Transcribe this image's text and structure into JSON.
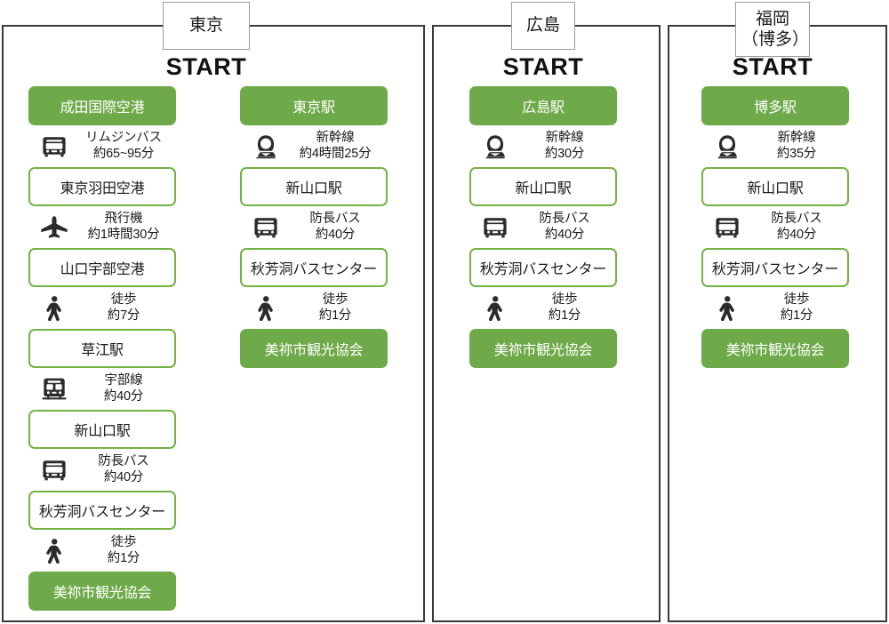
{
  "colors": {
    "green_fill": "#6faa4a",
    "green_border": "#73b243",
    "panel_border": "#3a3a3a",
    "tab_border": "#9a9a9a",
    "text": "#1a1a1a"
  },
  "start_label": "START",
  "panels": [
    {
      "tab_lines": [
        "東京"
      ],
      "routes": [
        {
          "steps": [
            {
              "kind": "node",
              "style": "filled",
              "label": "成田国際空港"
            },
            {
              "kind": "leg",
              "icon": "bus-icon",
              "mode": "リムジンバス",
              "duration": "約65~95分"
            },
            {
              "kind": "node",
              "style": "outlined",
              "label": "東京羽田空港"
            },
            {
              "kind": "leg",
              "icon": "airplane-icon",
              "mode": "飛行機",
              "duration": "約1時間30分"
            },
            {
              "kind": "node",
              "style": "outlined",
              "label": "山口宇部空港"
            },
            {
              "kind": "leg",
              "icon": "walk-icon",
              "mode": "徒歩",
              "duration": "約7分"
            },
            {
              "kind": "node",
              "style": "outlined",
              "label": "草江駅"
            },
            {
              "kind": "leg",
              "icon": "train-icon",
              "mode": "宇部線",
              "duration": "約40分"
            },
            {
              "kind": "node",
              "style": "outlined",
              "label": "新山口駅"
            },
            {
              "kind": "leg",
              "icon": "bus-icon",
              "mode": "防長バス",
              "duration": "約40分"
            },
            {
              "kind": "node",
              "style": "outlined",
              "label": "秋芳洞バスセンター"
            },
            {
              "kind": "leg",
              "icon": "walk-icon",
              "mode": "徒歩",
              "duration": "約1分"
            },
            {
              "kind": "node",
              "style": "filled",
              "label": "美祢市観光協会"
            }
          ]
        },
        {
          "steps": [
            {
              "kind": "node",
              "style": "filled",
              "label": "東京駅"
            },
            {
              "kind": "leg",
              "icon": "shinkansen-icon",
              "mode": "新幹線",
              "duration": "約4時間25分"
            },
            {
              "kind": "node",
              "style": "outlined",
              "label": "新山口駅"
            },
            {
              "kind": "leg",
              "icon": "bus-icon",
              "mode": "防長バス",
              "duration": "約40分"
            },
            {
              "kind": "node",
              "style": "outlined",
              "label": "秋芳洞バスセンター"
            },
            {
              "kind": "leg",
              "icon": "walk-icon",
              "mode": "徒歩",
              "duration": "約1分"
            },
            {
              "kind": "node",
              "style": "filled",
              "label": "美祢市観光協会"
            }
          ]
        }
      ]
    },
    {
      "tab_lines": [
        "広島"
      ],
      "routes": [
        {
          "steps": [
            {
              "kind": "node",
              "style": "filled",
              "label": "広島駅"
            },
            {
              "kind": "leg",
              "icon": "shinkansen-icon",
              "mode": "新幹線",
              "duration": "約30分"
            },
            {
              "kind": "node",
              "style": "outlined",
              "label": "新山口駅"
            },
            {
              "kind": "leg",
              "icon": "bus-icon",
              "mode": "防長バス",
              "duration": "約40分"
            },
            {
              "kind": "node",
              "style": "outlined",
              "label": "秋芳洞バスセンター"
            },
            {
              "kind": "leg",
              "icon": "walk-icon",
              "mode": "徒歩",
              "duration": "約1分"
            },
            {
              "kind": "node",
              "style": "filled",
              "label": "美祢市観光協会"
            }
          ]
        }
      ]
    },
    {
      "tab_lines": [
        "福岡",
        "（博多）"
      ],
      "routes": [
        {
          "steps": [
            {
              "kind": "node",
              "style": "filled",
              "label": "博多駅"
            },
            {
              "kind": "leg",
              "icon": "shinkansen-icon",
              "mode": "新幹線",
              "duration": "約35分"
            },
            {
              "kind": "node",
              "style": "outlined",
              "label": "新山口駅"
            },
            {
              "kind": "leg",
              "icon": "bus-icon",
              "mode": "防長バス",
              "duration": "約40分"
            },
            {
              "kind": "node",
              "style": "outlined",
              "label": "秋芳洞バスセンター"
            },
            {
              "kind": "leg",
              "icon": "walk-icon",
              "mode": "徒歩",
              "duration": "約1分"
            },
            {
              "kind": "node",
              "style": "filled",
              "label": "美祢市観光協会"
            }
          ]
        }
      ]
    }
  ]
}
